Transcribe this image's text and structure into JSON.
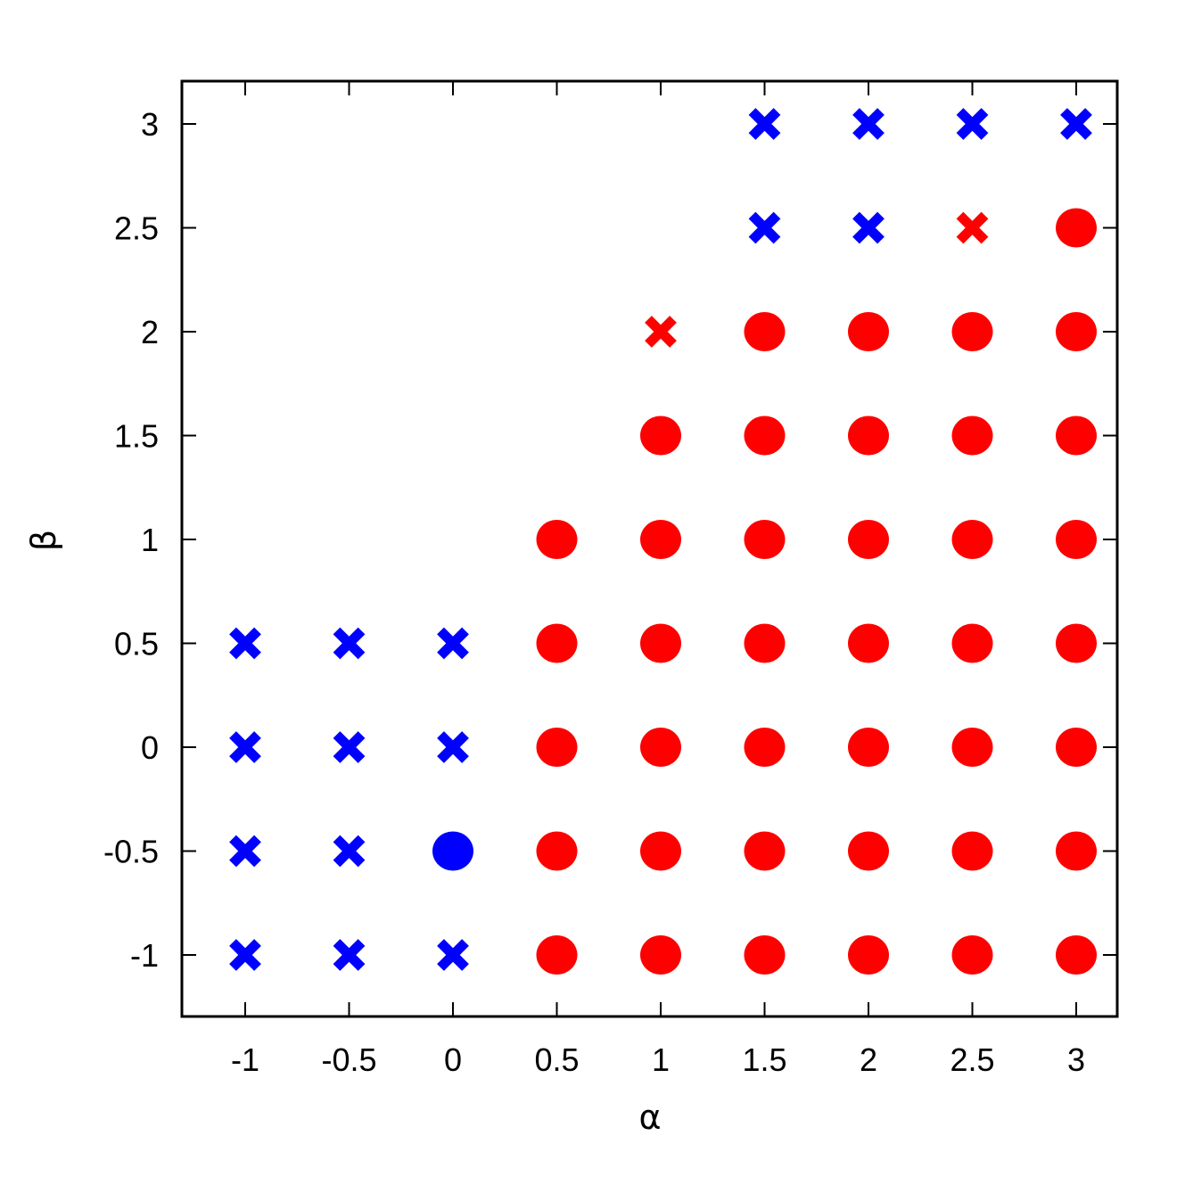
{
  "chart_data": {
    "type": "scatter",
    "title": "",
    "xlabel": "α",
    "ylabel": "β",
    "xlim": [
      -1.3,
      3.2
    ],
    "ylim": [
      -1.3,
      3.2
    ],
    "grid": false,
    "legend": null,
    "x_ticks": [
      -1,
      -0.5,
      0,
      0.5,
      1,
      1.5,
      2,
      2.5,
      3
    ],
    "x_tick_labels": [
      "-1",
      "-0.5",
      "0",
      "0.5",
      "1",
      "1.5",
      "2",
      "2.5",
      "3"
    ],
    "y_ticks": [
      -1,
      -0.5,
      0,
      0.5,
      1,
      1.5,
      2,
      2.5,
      3
    ],
    "y_tick_labels": [
      "-1",
      "-0.5",
      "0",
      "0.5",
      "1",
      "1.5",
      "2",
      "2.5",
      "3"
    ],
    "colors": {
      "blue": "#0000ff",
      "red": "#ff0000"
    },
    "series": [
      {
        "name": "blue-cross",
        "marker": "x",
        "color": "#0000ff",
        "points": [
          [
            -1,
            -1
          ],
          [
            -0.5,
            -1
          ],
          [
            0,
            -1
          ],
          [
            -1,
            -0.5
          ],
          [
            -0.5,
            -0.5
          ],
          [
            -1,
            0
          ],
          [
            -0.5,
            0
          ],
          [
            0,
            0
          ],
          [
            -1,
            0.5
          ],
          [
            -0.5,
            0.5
          ],
          [
            0,
            0.5
          ],
          [
            1.5,
            2.5
          ],
          [
            2,
            2.5
          ],
          [
            1.5,
            3
          ],
          [
            2,
            3
          ],
          [
            2.5,
            3
          ],
          [
            3,
            3
          ]
        ]
      },
      {
        "name": "blue-circle",
        "marker": "circle",
        "color": "#0000ff",
        "points": [
          [
            0,
            -0.5
          ]
        ]
      },
      {
        "name": "red-cross",
        "marker": "x",
        "color": "#ff0000",
        "points": [
          [
            1,
            2
          ],
          [
            2.5,
            2.5
          ]
        ]
      },
      {
        "name": "red-circle",
        "marker": "circle",
        "color": "#ff0000",
        "points": [
          [
            0.5,
            -1
          ],
          [
            1,
            -1
          ],
          [
            1.5,
            -1
          ],
          [
            2,
            -1
          ],
          [
            2.5,
            -1
          ],
          [
            3,
            -1
          ],
          [
            0.5,
            -0.5
          ],
          [
            1,
            -0.5
          ],
          [
            1.5,
            -0.5
          ],
          [
            2,
            -0.5
          ],
          [
            2.5,
            -0.5
          ],
          [
            3,
            -0.5
          ],
          [
            0.5,
            0
          ],
          [
            1,
            0
          ],
          [
            1.5,
            0
          ],
          [
            2,
            0
          ],
          [
            2.5,
            0
          ],
          [
            3,
            0
          ],
          [
            0.5,
            0.5
          ],
          [
            1,
            0.5
          ],
          [
            1.5,
            0.5
          ],
          [
            2,
            0.5
          ],
          [
            2.5,
            0.5
          ],
          [
            3,
            0.5
          ],
          [
            0.5,
            1
          ],
          [
            1,
            1
          ],
          [
            1.5,
            1
          ],
          [
            2,
            1
          ],
          [
            2.5,
            1
          ],
          [
            3,
            1
          ],
          [
            1,
            1.5
          ],
          [
            1.5,
            1.5
          ],
          [
            2,
            1.5
          ],
          [
            2.5,
            1.5
          ],
          [
            3,
            1.5
          ],
          [
            1.5,
            2
          ],
          [
            2,
            2
          ],
          [
            2.5,
            2
          ],
          [
            3,
            2
          ],
          [
            3,
            2.5
          ]
        ]
      }
    ]
  }
}
